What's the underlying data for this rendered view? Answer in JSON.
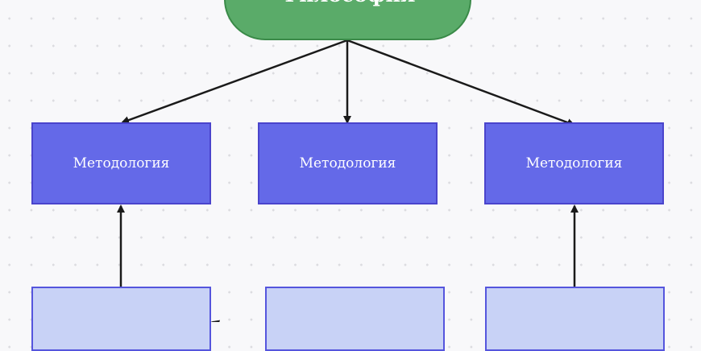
{
  "root": {
    "label": "Философия"
  },
  "methods": [
    {
      "label": "Методология"
    },
    {
      "label": "Методология"
    },
    {
      "label": "Методология"
    }
  ],
  "colors": {
    "root": "#5aab69",
    "method": "#6469e8",
    "leaf": "#c8d2f6",
    "edge": "#1a1a1a"
  }
}
